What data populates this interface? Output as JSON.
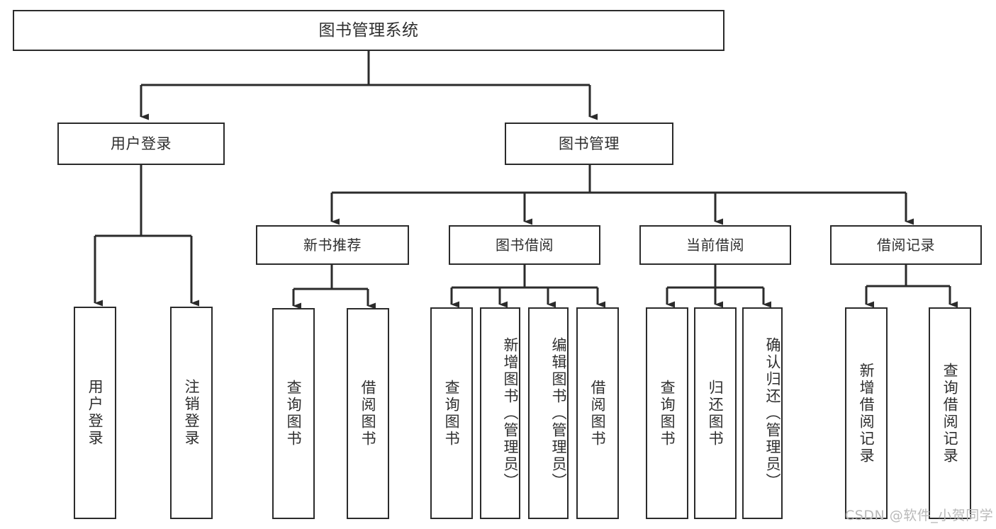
{
  "diagram": {
    "title": "图书管理系统",
    "watermark": "CSDN @软件_小贺同学",
    "colors": {
      "stroke": "#2b2b2b",
      "text": "#2f2f2f",
      "background": "#ffffff",
      "watermark": "#b9b9b9"
    },
    "root": {
      "label": "图书管理系统"
    },
    "level1": [
      {
        "label": "用户登录"
      },
      {
        "label": "图书管理"
      }
    ],
    "level2": [
      {
        "label": "新书推荐"
      },
      {
        "label": "图书借阅"
      },
      {
        "label": "当前借阅"
      },
      {
        "label": "借阅记录"
      }
    ],
    "leaves": {
      "user_login": [
        {
          "label": "用户登录"
        },
        {
          "label": "注销登录"
        }
      ],
      "new_book_recommend": [
        {
          "label": "查询图书"
        },
        {
          "label": "借阅图书"
        }
      ],
      "book_borrow": [
        {
          "label": "查询图书"
        },
        {
          "label": "新增图书（管理员）"
        },
        {
          "label": "编辑图书（管理员）"
        },
        {
          "label": "借阅图书"
        }
      ],
      "current_borrow": [
        {
          "label": "查询图书"
        },
        {
          "label": "归还图书"
        },
        {
          "label": "确认归还（管理员）"
        }
      ],
      "borrow_record": [
        {
          "label": "新增借阅记录"
        },
        {
          "label": "查询借阅记录"
        }
      ]
    }
  }
}
